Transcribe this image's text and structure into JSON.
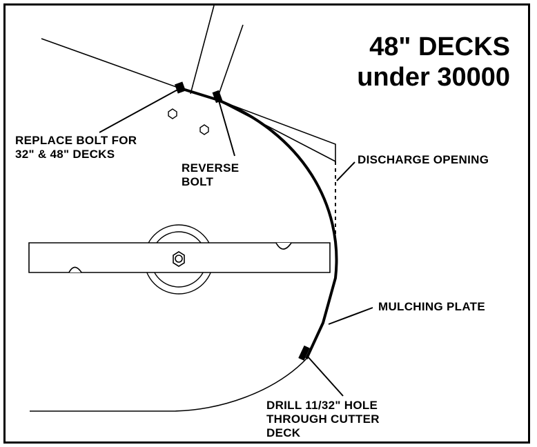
{
  "title": {
    "line1": "48\" DECKS",
    "line2": "under 30000"
  },
  "labels": {
    "replace_bolt_line1": "REPLACE BOLT FOR",
    "replace_bolt_line2": "32\" & 48\" DECKS",
    "reverse_bolt_line1": "REVERSE",
    "reverse_bolt_line2": "BOLT",
    "discharge_opening": "DISCHARGE  OPENING",
    "mulching_plate": "MULCHING  PLATE",
    "drill_line1": "DRILL 11/32\" HOLE",
    "drill_line2": "THROUGH CUTTER",
    "drill_line3": "DECK"
  }
}
